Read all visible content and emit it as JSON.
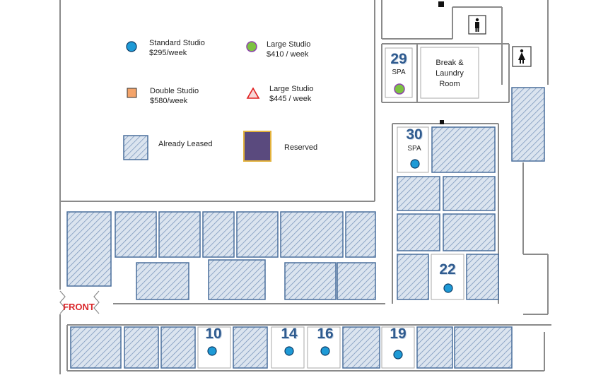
{
  "legend": {
    "standard": {
      "name": "Standard  Studio",
      "price": "$295/week",
      "icon": "blue-circle",
      "color": "#1e9ad6"
    },
    "large_circle": {
      "name": "Large Studio",
      "price": "$410 / week",
      "icon": "green-circle",
      "color": "#7dc242",
      "border": "#8e44ad"
    },
    "double": {
      "name": "Double Studio",
      "price": "$580/week",
      "icon": "orange-square",
      "color": "#f4a46a"
    },
    "large_triangle": {
      "name": "Large Studio",
      "price": "$445 / week",
      "icon": "red-triangle",
      "color": "#f7d7d7",
      "border": "#e02020"
    },
    "leased": {
      "label": "Already Leased",
      "icon": "hatched-square",
      "color": "#c9d6e6",
      "border": "#4a6f9c"
    },
    "reserved": {
      "label": "Reserved",
      "icon": "purple-square",
      "color": "#5a4a7e",
      "border": "#e3b23c"
    }
  },
  "units": [
    {
      "number": "29",
      "spa": "SPA",
      "type": "large_circle"
    },
    {
      "number": "30",
      "spa": "SPA",
      "type": "standard"
    },
    {
      "number": "22",
      "type": "standard"
    },
    {
      "number": "10",
      "type": "standard"
    },
    {
      "number": "14",
      "type": "standard"
    },
    {
      "number": "16",
      "type": "standard"
    },
    {
      "number": "19",
      "type": "standard"
    }
  ],
  "rooms": {
    "break_laundry": [
      "Break &",
      "Laundry",
      "Room"
    ]
  },
  "restrooms": [
    "mens-restroom-icon",
    "womens-restroom-icon"
  ],
  "entrance": {
    "label": "FRONT",
    "color": "#d9262a"
  },
  "colors": {
    "wall": "#8a8a8a",
    "hatch_line": "#6f8fb8",
    "unit_text": "#2f5b8f"
  }
}
